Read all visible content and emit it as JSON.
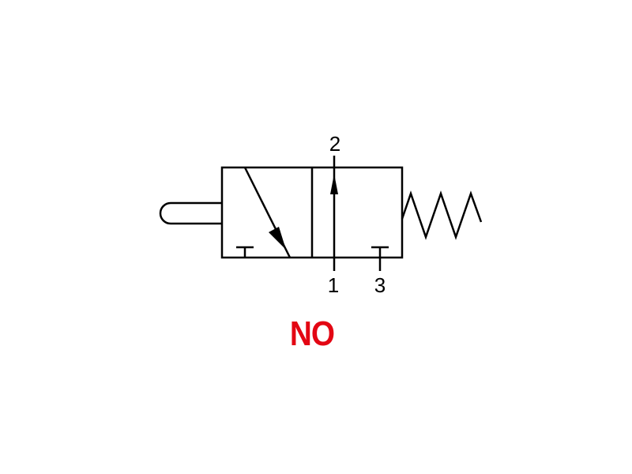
{
  "diagram": {
    "ports": {
      "outlet": "2",
      "inlet": "1",
      "exhaust": "3"
    },
    "state_label": "NO",
    "colors": {
      "stroke": "#000000",
      "state_label": "#e30613"
    },
    "elements": [
      "push-button-actuator",
      "valve-body",
      "spring-return"
    ]
  }
}
